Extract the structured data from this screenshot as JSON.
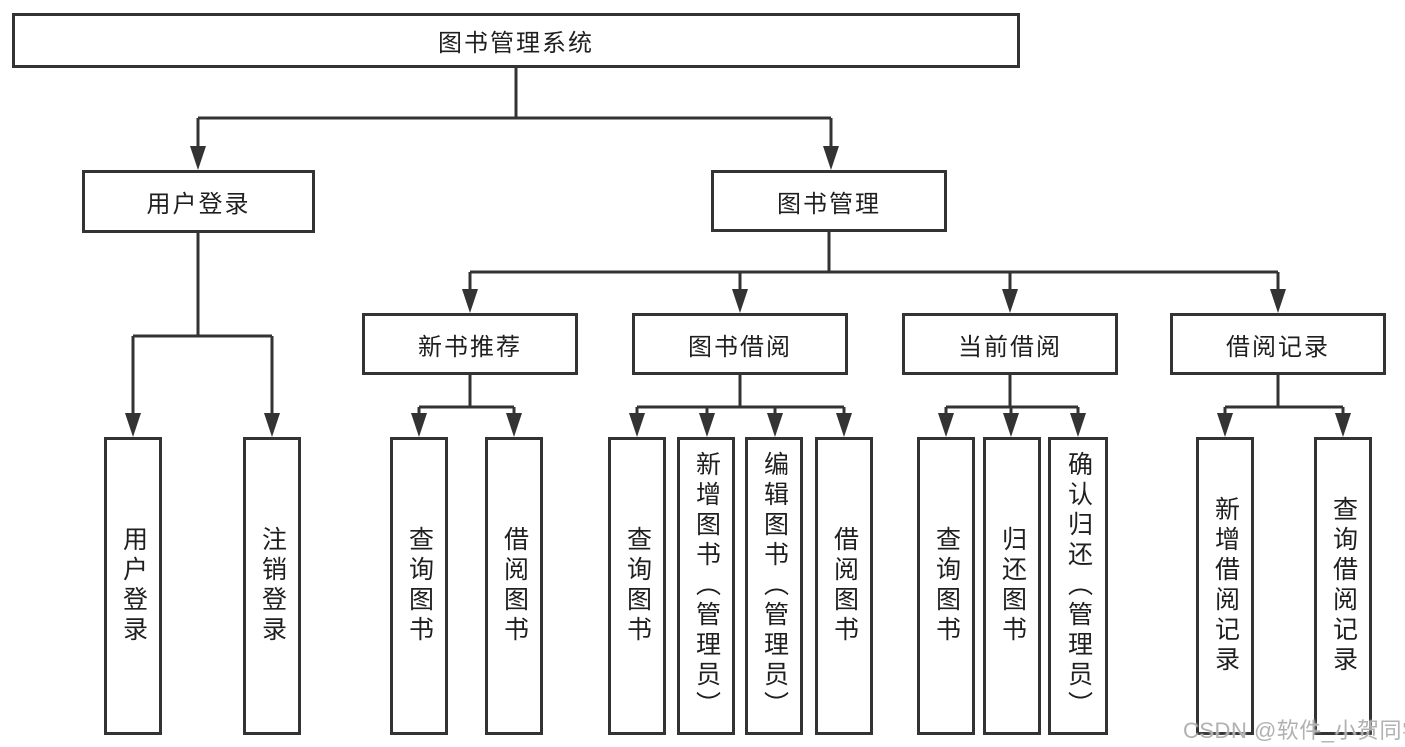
{
  "root": {
    "label": "图书管理系统"
  },
  "level2": [
    {
      "label": "用户登录"
    },
    {
      "label": "图书管理"
    }
  ],
  "level3": [
    {
      "label": "新书推荐"
    },
    {
      "label": "图书借阅"
    },
    {
      "label": "当前借阅"
    },
    {
      "label": "借阅记录"
    }
  ],
  "leaves": {
    "user_login": [
      {
        "label": "用户登录"
      },
      {
        "label": "注销登录"
      }
    ],
    "new_book_recommend": [
      {
        "label": "查询图书"
      },
      {
        "label": "借阅图书"
      }
    ],
    "book_borrow": [
      {
        "label": "查询图书"
      },
      {
        "label": "新增图书（管理员）"
      },
      {
        "label": "编辑图书（管理员）"
      },
      {
        "label": "借阅图书"
      }
    ],
    "current_borrow": [
      {
        "label": "查询图书"
      },
      {
        "label": "归还图书"
      },
      {
        "label": "确认归还（管理员）"
      }
    ],
    "borrow_records": [
      {
        "label": "新增借阅记录"
      },
      {
        "label": "查询借阅记录"
      }
    ]
  },
  "watermark": "CSDN @软件_小贺同学",
  "colors": {
    "line": "#333333",
    "border": "#333333",
    "text": "#1f1f1f",
    "watermark": "#b1b1b1",
    "background": "#ffffff"
  }
}
